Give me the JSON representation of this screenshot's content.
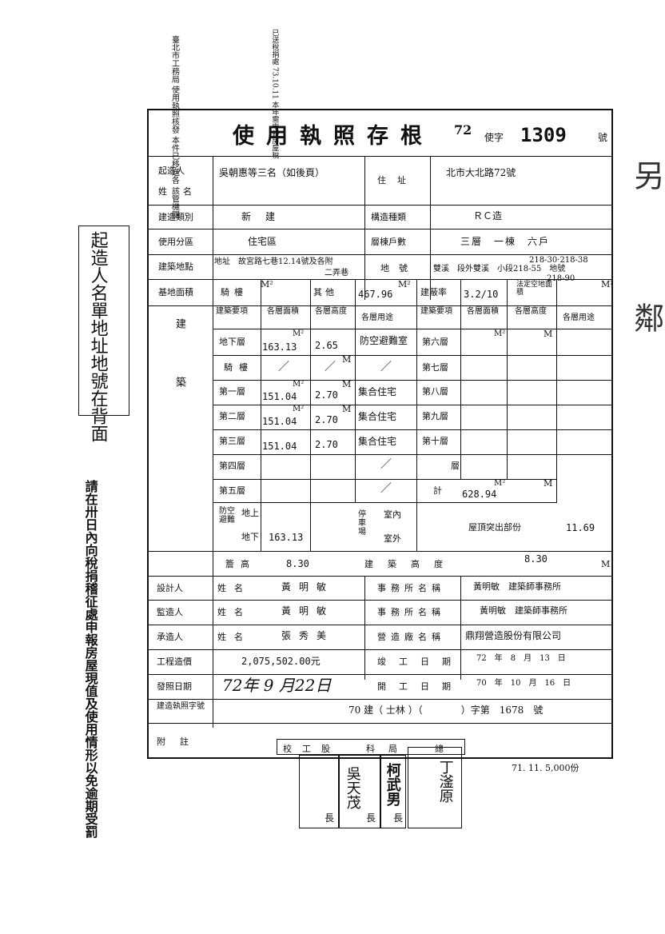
{
  "top_notes": {
    "left_stamp": [
      "臺北市工務局",
      "使用執照核發",
      "本件已移送各",
      "該管機關"
    ],
    "right_stamp": [
      "已送稅捐處",
      "73.10.11",
      "本年需申報房屋稅"
    ]
  },
  "form": {
    "title": "使用執照存根",
    "license_year": "72",
    "license_prefix": "使字",
    "license_no": "1309",
    "license_suffix": "號",
    "applicant_label_1": "起造人",
    "applicant_label_2": "姓名",
    "applicant_name": "吳朝惠等三名（如後頁）",
    "address_label": "住址",
    "address_value": "北市大北路72號",
    "building_type_label": "建造類別",
    "building_type": "新建",
    "structure_label": "構造種類",
    "structure": "ＲＣ造",
    "zone_label": "使用分區",
    "zone": "住宅區",
    "floors_label": "層棟戶數",
    "floors": "三層　一棟　六戶",
    "site_label": "建築地點",
    "site_value_1": "地址　故宮路七巷12.14號及各附",
    "site_value_2": "二弄巷",
    "lot_label": "地號",
    "lot_value_1": "218-30·218-38",
    "lot_value_2": "雙溪　段外雙溪　小段218-55　地號",
    "lot_value_3": "218-90",
    "base_area_label": "基地面積",
    "arcade_label": "騎樓",
    "other_label": "其他",
    "other_area": "467.96",
    "coverage_label": "建蔽率",
    "coverage": "3.2/10",
    "open_space_label": "法定空地面積",
    "unit_m2": "M²",
    "unit_m": "M",
    "build_label": "建築",
    "col_item": "建築要項",
    "col_area": "各層面積",
    "col_height": "各層高度",
    "col_use": "各層用途",
    "rows": [
      {
        "name": "地下層",
        "area": "163.13",
        "height": "2.65",
        "use": "防空避難室",
        "name2": "第六層"
      },
      {
        "name": "騎樓",
        "area": "／",
        "height": "／",
        "use": "／",
        "name2": "第七層"
      },
      {
        "name": "第一層",
        "area": "151.04",
        "height": "2.70",
        "use": "集合住宅",
        "name2": "第八層"
      },
      {
        "name": "第二層",
        "area": "151.04",
        "height": "2.70",
        "use": "集合住宅",
        "name2": "第九層"
      },
      {
        "name": "第三層",
        "area": "151.04",
        "height": "2.70",
        "use": "集合住宅",
        "name2": "第十層"
      },
      {
        "name": "第四層",
        "area": "",
        "height": "",
        "use": "／",
        "name2": "層"
      },
      {
        "name": "第五層",
        "area": "",
        "height": "",
        "use": "／",
        "name2": "計"
      }
    ],
    "total_area": "628.94",
    "shelter_label": "防空避難",
    "above_ground": "地上",
    "below_ground": "地下",
    "below_value": "163.13",
    "parking_label": "停車場",
    "indoor_label": "室內",
    "outdoor_label": "室外",
    "roof_label": "屋頂突出部份",
    "roof_value": "11.69",
    "eave_label": "簷高",
    "eave_value": "8.30",
    "bheight_label": "建築高度",
    "bheight_value": "8.30",
    "designer_label": "設計人",
    "supervisor_label": "監造人",
    "contractor_label": "承造人",
    "name_label": "姓名",
    "office_label": "事務所名稱",
    "company_label": "營造廠名稱",
    "designer_name": "黃明敏",
    "designer_office": "黃明敏　建築師事務所",
    "supervisor_name": "黃明敏",
    "supervisor_office": "黃明敏　建築師事務所",
    "contractor_name": "張秀美",
    "contractor_company": "鼎翔營造股份有限公司",
    "cost_label": "工程造價",
    "cost_value": "2,075,502.00元",
    "finish_label": "竣工日期",
    "finish_value": "72　年　8　月　13　日",
    "issue_label": "發照日期",
    "issue_value": "72年 9 月22日",
    "start_label": "開工日期",
    "start_value": "70　年　10　月　16　日",
    "permit_label": "建造執照字號",
    "permit_value": "70 建（ 士林 ）（　　　　）字第　1678　號",
    "remark_label": "附註",
    "footer_print": "71. 11. 5,000份"
  },
  "signatures": {
    "seal_labels": [
      "校",
      "工",
      "股",
      "科",
      "局",
      "總"
    ],
    "seal_titles": [
      "長",
      "長",
      "長"
    ],
    "officials": [
      "吳天茂",
      "柯武男",
      "丁滏原"
    ]
  },
  "side_notes": {
    "left_box": "起造人名單地址地號在背面",
    "left_vertical_1": "請在卅日內向稅捐稽征處申報房屋現值及使用情形以免逾期受罰",
    "right_fragment": "另鄰"
  }
}
